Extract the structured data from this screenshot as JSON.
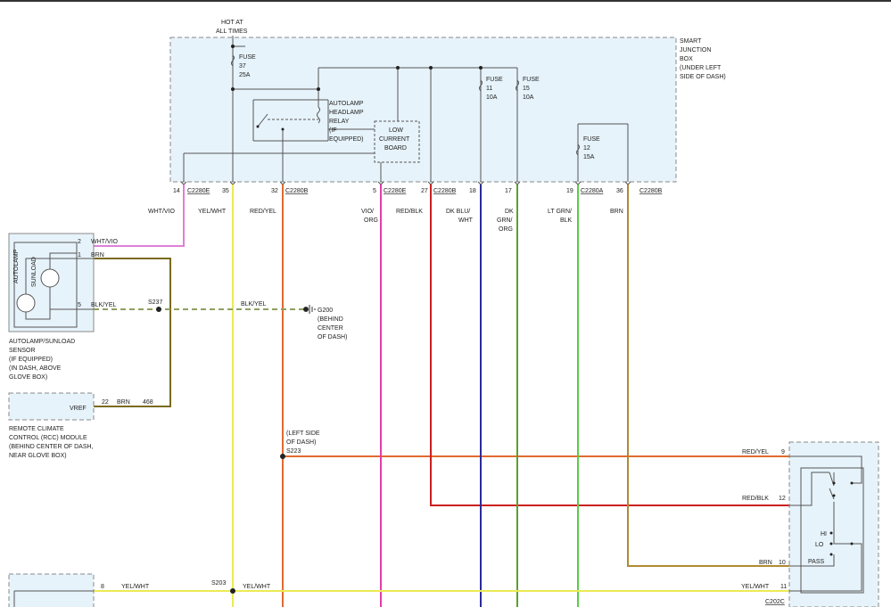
{
  "colors": {
    "box_fill": "#e6f3fa",
    "box_border": "#8a8a8a",
    "wht_vio": "#e07fd4",
    "brn": "#7a6a1e",
    "blk_yel": "#8fa060",
    "yel_wht": "#eaea55",
    "red_yel": "#e06a32",
    "vio_org": "#e63ca8",
    "red_blk": "#cc1f1f",
    "dk_blu_wht": "#2a2a9a",
    "dk_grn_org": "#5aa030",
    "lt_grn_blk": "#5acc45",
    "brn_36": "#b08a35"
  },
  "top_label": [
    "HOT AT",
    "ALL TIMES"
  ],
  "sjb": {
    "label": [
      "SMART",
      "JUNCTION",
      "BOX",
      "(UNDER LEFT",
      "SIDE OF DASH)"
    ],
    "fuse37": [
      "FUSE",
      "37",
      "25A"
    ],
    "fuse11": [
      "FUSE",
      "11",
      "10A"
    ],
    "fuse15": [
      "FUSE",
      "15",
      "10A"
    ],
    "fuse12": [
      "FUSE",
      "12",
      "15A"
    ],
    "relay": [
      "AUTOLAMP",
      "HEADLAMP",
      "RELAY",
      "(IF",
      "EQUIPPED)"
    ],
    "lcb": [
      "LOW",
      "CURRENT",
      "BOARD"
    ]
  },
  "pins": [
    {
      "num": "14",
      "conn": "C2280E"
    },
    {
      "num": "35",
      "conn": ""
    },
    {
      "num": "32",
      "conn": "C2280B"
    },
    {
      "num": "5",
      "conn": "C2280E"
    },
    {
      "num": "27",
      "conn": "C2280B"
    },
    {
      "num": "18",
      "conn": ""
    },
    {
      "num": "17",
      "conn": ""
    },
    {
      "num": "19",
      "conn": "C2280A"
    },
    {
      "num": "36",
      "conn": ""
    },
    {
      "num": "",
      "conn": "C2280B"
    }
  ],
  "wire_colors": {
    "w14": [
      "WHT/VIO"
    ],
    "w35": [
      "YEL/WHT"
    ],
    "w32": [
      "RED/YEL"
    ],
    "w5": [
      "VIO/",
      "ORG"
    ],
    "w27": [
      "RED/BLK"
    ],
    "w18": [
      "DK BLU/",
      "WHT"
    ],
    "w17": [
      "DK",
      "GRN/",
      "ORG"
    ],
    "w19": [
      "LT GRN/",
      "BLK"
    ],
    "w36": [
      "BRN"
    ]
  },
  "sensor": {
    "inner1": "AUTOLAMP",
    "inner2": "SUNLOAD",
    "pin2": "2",
    "pin2_color": "WHT/VIO",
    "pin1": "1",
    "pin1_color": "BRN",
    "pin5": "5",
    "pin5_color": "BLK/YEL",
    "caption": [
      "AUTOLAMP/SUNLOAD",
      "SENSOR",
      "(IF EQUIPPED)",
      "(IN DASH, ABOVE",
      "GLOVE BOX)"
    ]
  },
  "splices": {
    "s237": "S237",
    "s223": "S223",
    "s223_note": [
      "(LEFT SIDE",
      "OF DASH)"
    ],
    "s203": "S203"
  },
  "ground": {
    "wire": "BLK/YEL",
    "label": [
      "G200",
      "(BEHIND",
      "CENTER",
      "OF DASH)"
    ]
  },
  "rcc": {
    "vref": "VREF",
    "pin": "22",
    "color": "BRN",
    "circuit": "468",
    "caption": [
      "REMOTE CLIMATE",
      "CONTROL (RCC) MODULE",
      "(BEHIND CENTER OF DASH,",
      "NEAR GLOVE BOX)"
    ]
  },
  "switch": {
    "r9": "RED/YEL",
    "p9": "9",
    "r12": "RED/BLK",
    "p12": "12",
    "r10": "BRN",
    "p10": "10",
    "r11": "YEL/WHT",
    "p11": "11",
    "hi": "HI",
    "lo": "LO",
    "pass": "PASS",
    "conn": "C202C"
  },
  "bottom_left": {
    "pin": "8",
    "color": "YEL/WHT",
    "s203_color": "YEL/WHT"
  }
}
